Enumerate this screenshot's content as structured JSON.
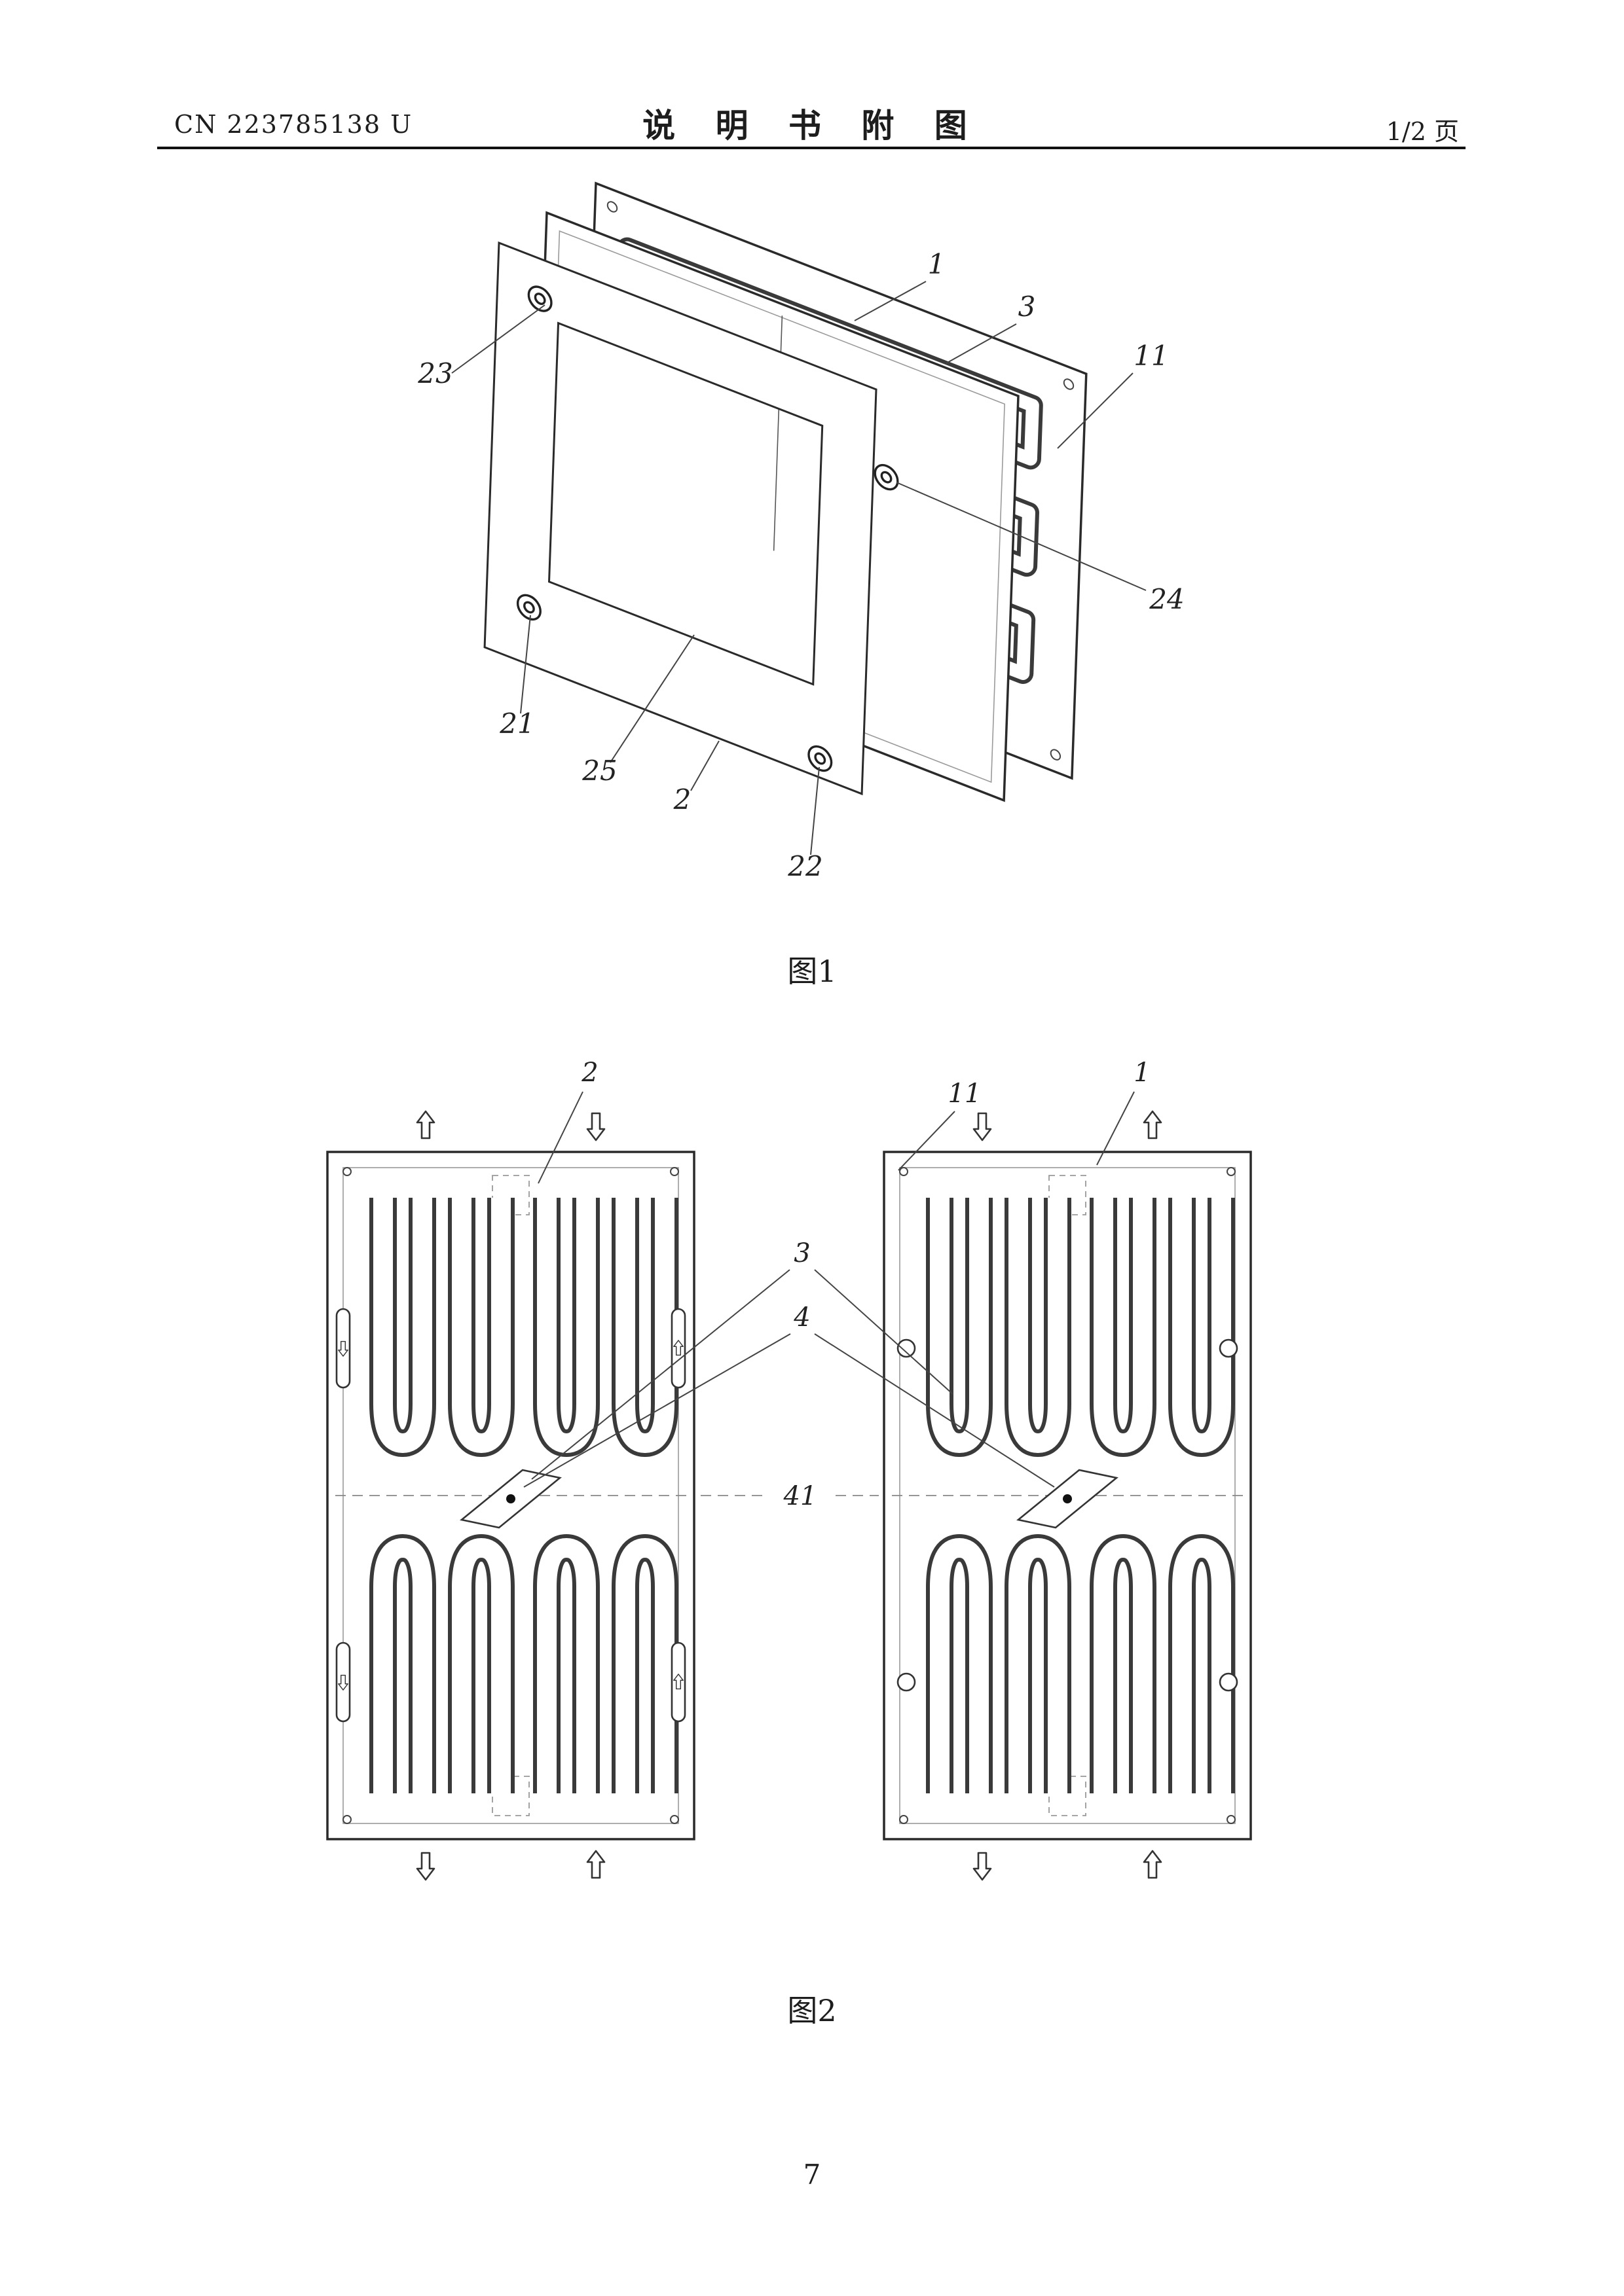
{
  "header": {
    "doc_number": "CN 223785138 U",
    "title": "说 明 书 附 图",
    "page_indicator": "1/2 页"
  },
  "figure1": {
    "caption": "图1",
    "labels": {
      "n1": "1",
      "n2": "2",
      "n3": "3",
      "n11": "11",
      "n21": "21",
      "n22": "22",
      "n23": "23",
      "n24": "24",
      "n25": "25"
    }
  },
  "figure2": {
    "caption": "图2",
    "labels": {
      "n1": "1",
      "n2": "2",
      "n3": "3",
      "n4": "4",
      "n11": "11",
      "n41": "41"
    }
  },
  "footer": {
    "page_number": "7"
  }
}
